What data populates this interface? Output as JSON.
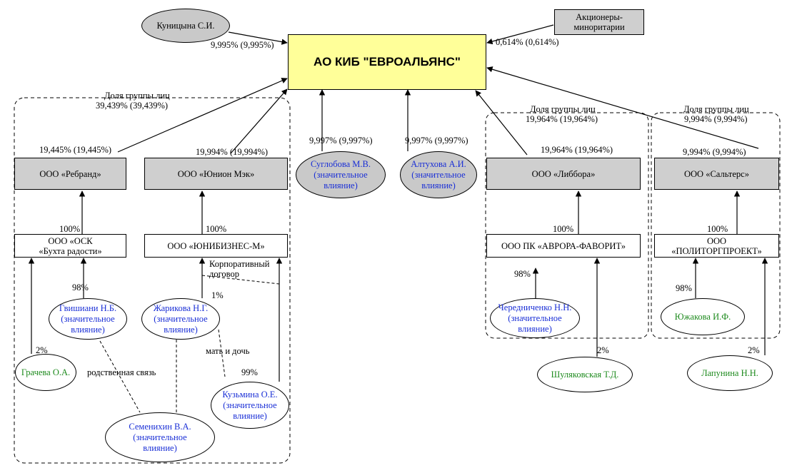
{
  "main_company": "АО КИБ \"ЕВРОАЛЬЯНС\"",
  "shareholders": {
    "kunitsyna": "Куницына С.И.",
    "minority": "Акционеры-\nминоритарии",
    "suglobova": "Суглобова М.В.\n(значительное\nвлияние)",
    "altukhova": "Алтухова А.И.\n(значительное\nвлияние)"
  },
  "companies": {
    "rebrand": "ООО «Ребранд»",
    "union_mek": "ООО «Юнион Мэк»",
    "libbora": "ООО «Либбора»",
    "salters": "ООО «Сальтерс»",
    "osk": "ООО «ОСК\n«Бухта радости»",
    "unibiznes": "ООО «ЮНИБИЗНЕС-М»",
    "avrora": "ООО ПК «АВРОРА-ФАВОРИТ»",
    "polit": "ООО\n«ПОЛИТОРГПРОЕКТ»"
  },
  "persons": {
    "gvishiani": "Гвишиани Н.Б.\n(значительное\nвлияние)",
    "zharikova": "Жарикова Н.Г.\n(значительное\nвлияние)",
    "gracheva": "Грачева О.А.",
    "semenikhin": "Семенихин В.А.\n(значительное\nвлияние)",
    "kuzmina": "Кузьмина О.Е.\n(значительное\nвлияние)",
    "cherednichenko": "Чередниченко Н.Н.\n(значительное\nвлияние)",
    "shulyakovskaya": "Шуляковская Т.Д.",
    "yuzhakova": "Южакова И.Ф.",
    "lapunina": "Лапунина Н.Н."
  },
  "labels": {
    "kunitsyna_share": "9,995% (9,995%)",
    "minority_share": "0,614% (0,614%)",
    "group1_title": "Доля группы лиц",
    "group1_share": "39,439%  (39,439%)",
    "rebrand_share": "19,445% (19,445%)",
    "union_share": "19,994% (19,994%)",
    "suglobova_share": "9,997% (9,997%)",
    "altukhova_share": "9,997% (9,997%)",
    "group2_title": "Доля группы лиц",
    "group2_share": "19,964% (19,964%)",
    "libbora_share": "19,964% (19,964%)",
    "group3_title": "Доля группы лиц",
    "group3_share": "9,994% (9,994%)",
    "salters_share": "9,994% (9,994%)",
    "osk_100": "100%",
    "union_100": "100%",
    "libbora_100": "100%",
    "salters_100": "100%",
    "gvishiani_98": "98%",
    "zharikova_1": "1%",
    "corporate": "Корпоративный\nдоговор",
    "gracheva_2": "2%",
    "relation": "родственная связь",
    "mother_daughter": "мать и дочь",
    "kuzmina_99": "99%",
    "cherednichenko_98": "98%",
    "shulyakovskaya_2": "2%",
    "yuzhakova_98": "98%",
    "lapunina_2": "2%"
  }
}
